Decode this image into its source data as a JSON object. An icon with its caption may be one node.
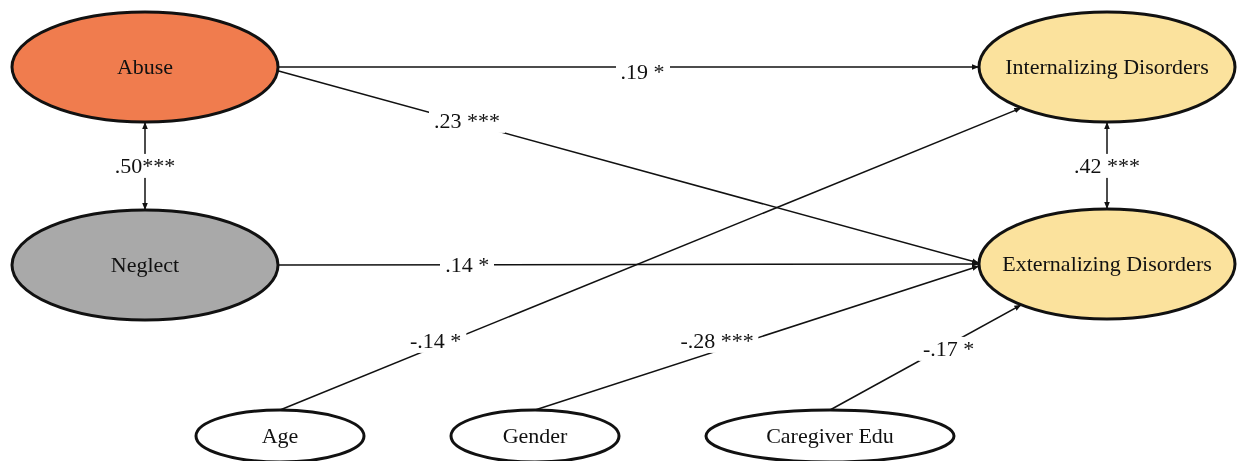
{
  "diagram": {
    "nodes": [
      {
        "text": [
          "Abuse"
        ]
      },
      {
        "text": [
          "Neglect"
        ]
      },
      {
        "text": [
          "Internalizing Disorders"
        ]
      },
      {
        "text": [
          "Externalizing Disorders"
        ]
      },
      {
        "text": [
          "Age"
        ]
      },
      {
        "text": [
          "Gender"
        ]
      },
      {
        "text": [
          "Caregiver Edu"
        ]
      }
    ],
    "edges": [
      {
        "from": 0,
        "to": 2,
        "arrow": "to",
        "label": ".19 *"
      },
      {
        "from": 0,
        "to": 3,
        "arrow": "to",
        "label": ".23 ***"
      },
      {
        "from": 0,
        "to": 1,
        "arrow": "both",
        "label": ".50***"
      },
      {
        "from": 1,
        "to": 3,
        "arrow": "to",
        "label": ".14 *"
      },
      {
        "from": 4,
        "to": 2,
        "arrow": "to",
        "label": "-.14 *"
      },
      {
        "from": 5,
        "to": 3,
        "arrow": "to",
        "label": "-.28 ***"
      },
      {
        "from": 6,
        "to": 3,
        "arrow": "to",
        "label": "-.17 *"
      },
      {
        "from": 2,
        "to": 3,
        "arrow": "both",
        "label": ".42 ***"
      }
    ]
  }
}
